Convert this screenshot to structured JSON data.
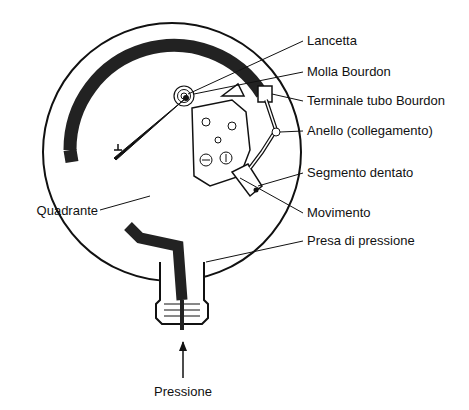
{
  "diagram": {
    "labels": [
      "Lancetta",
      "Molla Bourdon",
      "Terminale tubo Bourdon",
      "Anello (collegamento)",
      "Segmento dentato",
      "Movimento",
      "Presa di pressione",
      "Quadrante",
      "Pressione"
    ]
  }
}
